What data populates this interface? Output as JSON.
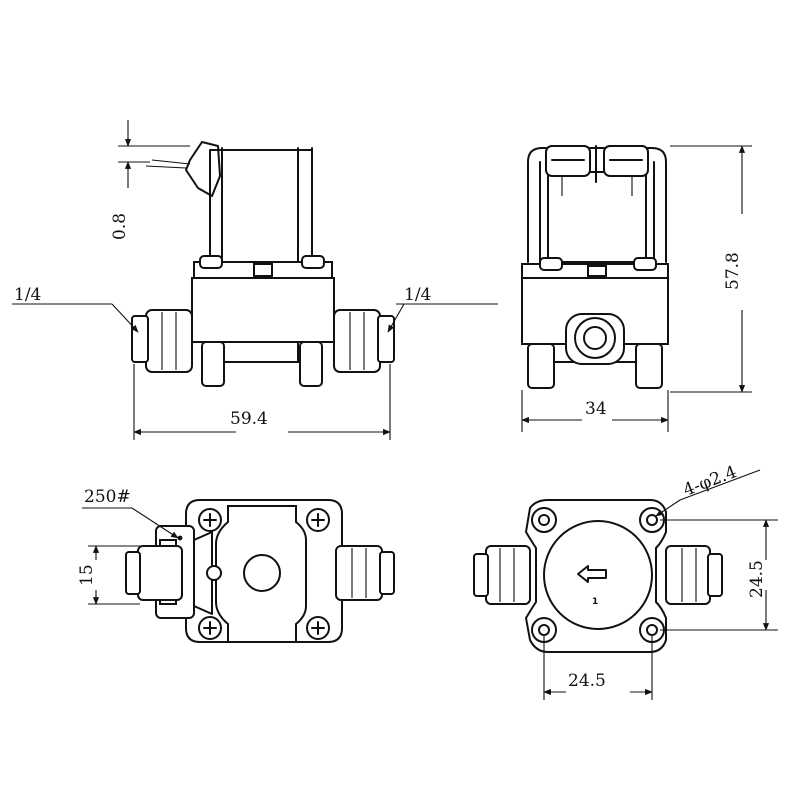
{
  "dimensions": {
    "side_total_length": "59.4",
    "side_terminal_height": "0.8",
    "side_thread_left": "1/4",
    "side_thread_right": "1/4",
    "front_width": "34",
    "front_height": "57.8",
    "top_terminal_spec": "250#",
    "top_port_spacing": "15",
    "bottom_hole_spec": "4-φ2.4",
    "bottom_hole_spacing_vertical": "24.5",
    "bottom_hole_spacing_horizontal": "24.5"
  },
  "labels": {
    "flow_port_number": "1"
  },
  "icons": {
    "flow_direction": "left-arrow-icon",
    "mount_screw": "cross-screw-icon"
  }
}
